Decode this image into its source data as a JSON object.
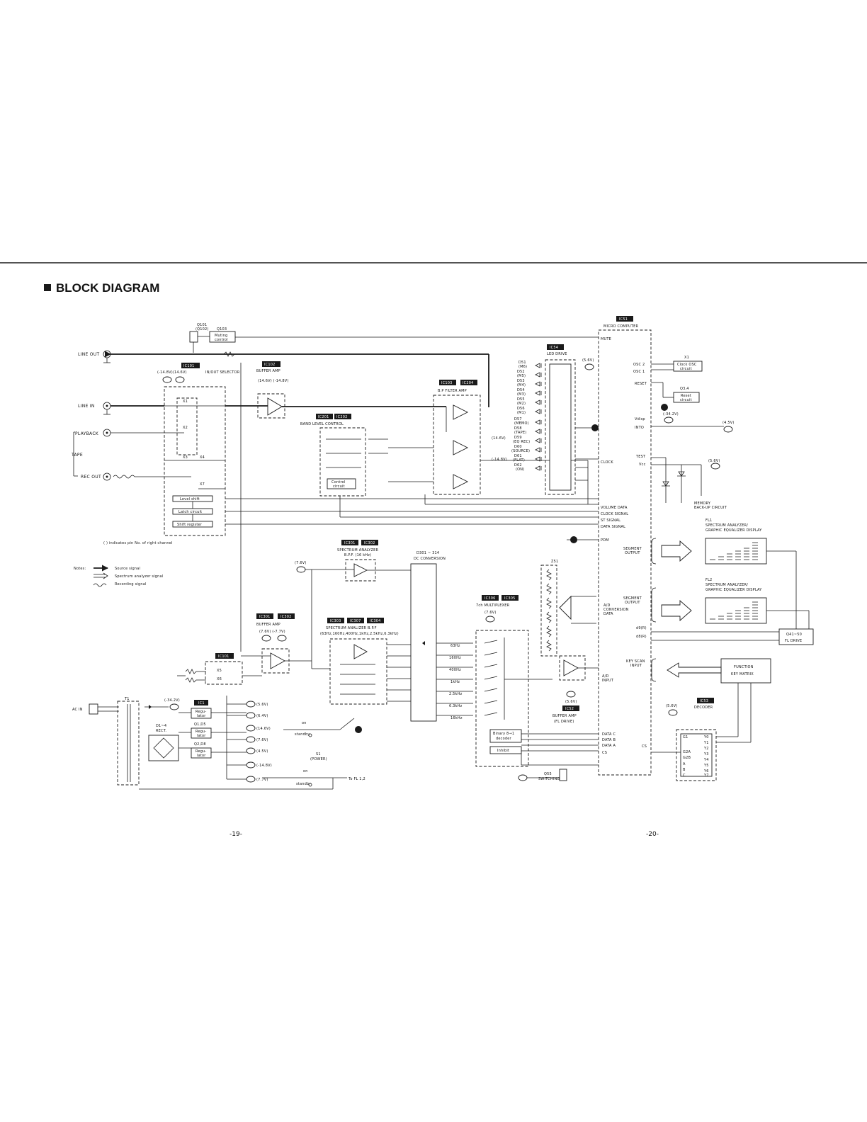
{
  "page": {
    "title": "BLOCK DIAGRAM",
    "page_numbers": [
      "-19-",
      "-20-"
    ]
  },
  "io": {
    "line_out": "LINE OUT",
    "line_in": "LINE IN",
    "playback": "PLAYBACK",
    "tape": "TAPE",
    "rec_out": "REC OUT",
    "ac_in": "AC IN"
  },
  "mute": {
    "q101": "Q101",
    "q102": "(Q102)",
    "q103": "Q103",
    "muting_l1": "Muting",
    "muting_l2": "control"
  },
  "ic101": {
    "tag": "IC101",
    "name": "IN/OUT SELECTOR",
    "supply": "(-14.8V)(14.6V)",
    "switches": [
      "X1",
      "X2",
      "X3",
      "X4",
      "X7"
    ],
    "level_shift": "Level shift",
    "latch_circuit": "Latch circuit",
    "shift_register": "Shift register",
    "note": "( ) indicates pin No. of right channel",
    "lower_switches": [
      "X5",
      "X6"
    ]
  },
  "ic102": {
    "tag": "IC102",
    "name": "BUFFER AMP",
    "supply": "(14.6V)   (-14.8V)"
  },
  "band": {
    "tag1": "IC201",
    "tag2": "IC202",
    "name": "BAND LEVEL CONTROL",
    "control_l1": "Control",
    "control_l2": "circuit"
  },
  "bpf": {
    "tag1": "IC103",
    "tag2": "IC204",
    "name": "B.P FILTER AMP",
    "v1": "(14.6V)",
    "v2": "(-14.8V)"
  },
  "led": {
    "tag": "IC54",
    "name": "LED DRIVE",
    "supply": "(5.6V)",
    "leds": [
      "D51",
      "(M6)",
      "D52",
      "(M5)",
      "D53",
      "(M4)",
      "D54",
      "(M3)",
      "D55",
      "(M2)",
      "D56",
      "(M1)",
      "D57",
      "(MEMO)",
      "D58",
      "(TAPE)",
      "D59",
      "(EQ REC)",
      "D60",
      "(SOURCE)",
      "D61",
      "(FLAT)",
      "D62",
      "(ON)"
    ]
  },
  "mc": {
    "tag": "IC51",
    "name": "MICRO COMPUTER",
    "pins_left": [
      "MUTE",
      "CLOCK",
      "VOLUME DATA",
      "CLOCK SIGNAL",
      "ST SIGNAL",
      "DATA SIGNAL",
      "PDM",
      "A/D",
      "CONVERSION",
      "DATA",
      "A/D",
      "INPUT",
      "DATA C",
      "DATA B",
      "DATA A",
      "CS"
    ],
    "pins_right": [
      "OSC 2",
      "OSC 1",
      "RESET",
      "Vdisp",
      "INTO",
      "TEST",
      "Vcc",
      "SEGMENT",
      "OUTPUT",
      "SEGMENT",
      "OUTPUT",
      "d9(R)",
      "d8(R)",
      "KEY SCAN",
      "INPUT",
      "CS"
    ]
  },
  "clock": {
    "x1": "X1",
    "label_l1": "Clock OSC",
    "label_l2": "circuit"
  },
  "reset": {
    "q": "Q3,4",
    "label_l1": "Reset",
    "label_l2": "circuit",
    "v": "(-34.2V)"
  },
  "memory": {
    "v45": "(4.5V)",
    "v56": "(5.6V)",
    "label_l1": "MEMORY",
    "label_l2": "BACK-UP CIRCUIT"
  },
  "fl1": {
    "name": "FL1",
    "l1": "SPECTRUM ANALYZER/",
    "l2": "GRAPHIC EQUALIZER DISPLAY"
  },
  "fl2": {
    "name": "FL2",
    "l1": "SPECTRUM ANALYZER/",
    "l2": "GRAPHIC EQUALIZER DISPLAY"
  },
  "fldrive": {
    "l1": "Q41~50",
    "l2": "FL DRIVE"
  },
  "keymatrix": {
    "l1": "FUNCTION",
    "l2": "KEY MATRIX"
  },
  "decoder": {
    "tag": "IC53",
    "name": "DECODER",
    "v": "(5.6V)",
    "pins": [
      "G1",
      "Y0",
      "Y1",
      "Y2",
      "Y3",
      "Y4",
      "Y5",
      "Y6",
      "Y7",
      "G2A",
      "G2B",
      "A",
      "B",
      "C"
    ]
  },
  "legend": {
    "title": "Notes:",
    "items": [
      "Source signal",
      "Spectrum analyzer signal",
      "Recording signal"
    ]
  },
  "spec_bpf16": {
    "tag1": "IC301",
    "tag2": "IC302",
    "l1": "SPECTRUM ANALYZER",
    "l2": "B.P.F. (16 kHz)",
    "v": "(7.6V)"
  },
  "dconv": {
    "l1": "D301 ~ 314",
    "l2": "DC CONVERSION"
  },
  "buf2": {
    "tag1": "IC301",
    "tag2": "IC302",
    "name": "BUFFER AMP",
    "supply": "(7.6V)  (-7.7V)"
  },
  "ic101b": {
    "tag": "IC101"
  },
  "spec_bpf": {
    "tags": [
      "IC303",
      "IC307",
      "IC304"
    ],
    "l1": "SPECTRUM ANALIZER B.P.F",
    "l2": "(63Hz,160Hz,400Hz,1kHz,2.5kHz,6.3kHz)"
  },
  "freqs": [
    "63Hz",
    "160Hz",
    "400Hz",
    "1kHz",
    "2.5kHz",
    "6.3kHz",
    "16kHz"
  ],
  "mux": {
    "tag1": "IC306",
    "tag2": "IC305",
    "name": "7ch MULTIPLEXER",
    "v": "(7.6V)",
    "binary_l1": "Binary 8→1",
    "binary_l2": "decoder",
    "inhibit": "Inhibit"
  },
  "buf3": {
    "tag": "IC52",
    "v": "(5.6V)",
    "l1": "BUFFER AMP",
    "l2": "(FL DRIVE)"
  },
  "z51": "Z51",
  "power": {
    "t1": "T1",
    "v342": "(-34.2V)",
    "ic1": "IC1",
    "regu_l1": "Regu-",
    "regu_l2": "lator",
    "q1d5": "Q1,D5",
    "q2d8": "Q2,D8",
    "d14_l1": "D1~4",
    "d14_l2": "RECT.",
    "outs": [
      "(5.6V)",
      "(6.4V)",
      "(14.6V)",
      "(7.6V)",
      "(4.5V)",
      "(-14.8V)",
      "(7.7V)"
    ],
    "on": "on",
    "standby": "standby",
    "s1_l1": "S1",
    "s1_l2": "(POWER)",
    "to_fl": "To FL 1,2"
  },
  "q55": {
    "l1": "Q55",
    "l2": "SWITCHING"
  }
}
